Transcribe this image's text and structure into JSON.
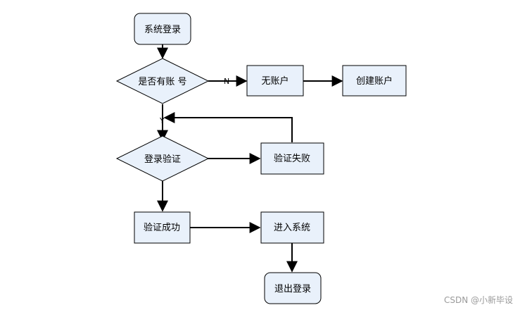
{
  "diagram": {
    "nodes": {
      "login": "系统登录",
      "has_account": "是否有账 号",
      "no_account": "无账户",
      "create_account": "创建账户",
      "verify": "登录验证",
      "verify_fail": "验证失败",
      "verify_success": "验证成功",
      "enter_system": "进入系统",
      "logout": "退出登录"
    },
    "edge_labels": {
      "no": "N",
      "yes": "Y"
    }
  },
  "colors": {
    "node_fill": "#e9f1fb",
    "node_stroke": "#000000",
    "edge": "#000000"
  },
  "watermark": "CSDN @小新毕设"
}
